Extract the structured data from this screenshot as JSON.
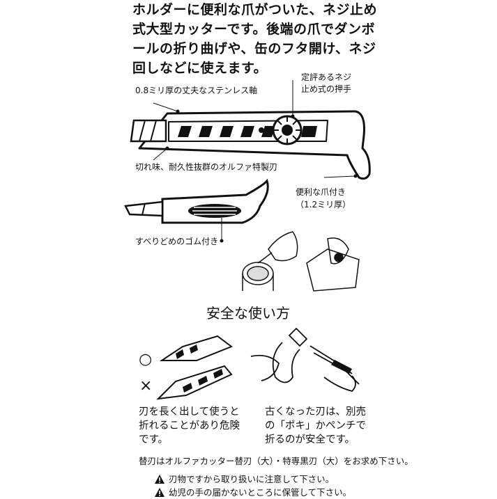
{
  "intro": {
    "lines": [
      "ホルダーに便利な爪がついた、ネジ止め",
      "式大型カッターです。後端の爪でダンボ",
      "ールの折り曲げや、缶のフタ開け、ネジ",
      "回しなどに使えます。"
    ]
  },
  "callouts": {
    "steel_shaft": "0.8ミリ厚の丈夫なステンレス軸",
    "screw_lock_line1": "定評あるネジ",
    "screw_lock_line2": "止め式の押手",
    "blade": "切れ味、耐久性抜群のオルファ特製刃",
    "claw_line1": "便利な爪付き",
    "claw_line2": "（1.2ミリ厚）",
    "rubber_grip": "すべりどめのゴム付き"
  },
  "safety": {
    "heading": "安全な使い方",
    "good_mark": "○",
    "bad_mark": "×",
    "caption_left": [
      "刃を長く出して使うと",
      "折れることがあり危険",
      "です。"
    ],
    "caption_right": [
      "古くなった刃は、別売",
      "の「ポキ」かペンチで",
      "折るのが安全です。"
    ]
  },
  "footer": {
    "replacement_note": "替刃はオルファカッター替刃（大）・特専黒刃（大）をお求め下さい。",
    "warnings": [
      "刃物ですから取り扱いに注意して下さい。",
      "幼児の手の届かないところに保管して下さい。"
    ]
  },
  "colors": {
    "ink": "#111111",
    "background": "#ffffff"
  },
  "icons": [
    "warning-icon"
  ]
}
